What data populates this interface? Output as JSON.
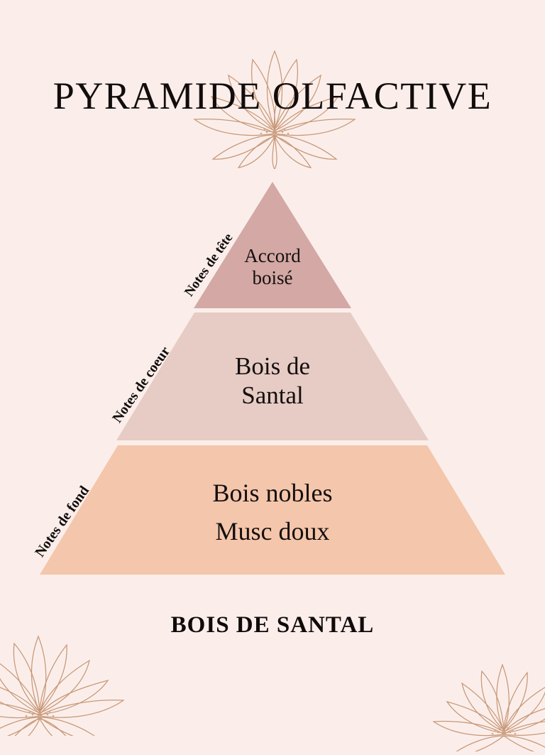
{
  "page": {
    "title": "PYRAMIDE OLFACTIVE",
    "footer": "BOIS DE SANTAL",
    "background_color": "#fbeeea",
    "text_color": "#120d0c",
    "flower_line_color": "#c79878"
  },
  "pyramid": {
    "tiers": [
      {
        "id": "top",
        "side_label": "Notes de tête",
        "content_line1": "Accord",
        "content_line2": "boisé",
        "color": "#d3a8a5"
      },
      {
        "id": "middle",
        "side_label": "Notes de coeur",
        "content_line1": "Bois de",
        "content_line2": "Santal",
        "color": "#e6ccc4"
      },
      {
        "id": "bottom",
        "side_label": "Notes de fond",
        "content_line1": "Bois nobles",
        "content_line2": "Musc doux",
        "color": "#f4c6ab"
      }
    ]
  },
  "decor": {
    "flower_top_name": "lotus-flower-line-art",
    "flower_bottom_left_name": "lotus-flower-line-art",
    "flower_bottom_right_name": "lotus-flower-line-art"
  }
}
